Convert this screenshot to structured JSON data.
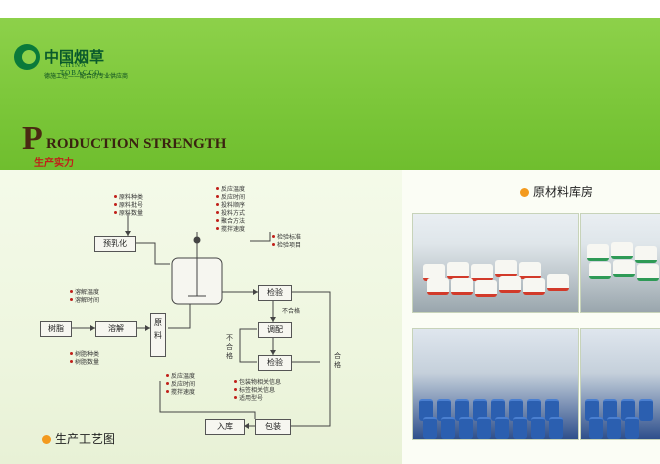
{
  "logo": {
    "cn": "中国烟草",
    "en": "CHINA TOBACCO",
    "sub": "德施工控——配合的专业供应商"
  },
  "title": {
    "initial": "P",
    "en_rest": "RODUCTION STRENGTH",
    "cn": "生产实力"
  },
  "sections": {
    "warehouse": "原材料库房",
    "process": "生产工艺图"
  },
  "flow": {
    "boxes": {
      "pre_emulsify": "预乳化",
      "resin": "树脂",
      "dissolve": "溶解",
      "raw": "原料",
      "inspect1": "检验",
      "blend": "调配",
      "inspect2": "检验",
      "storage": "入库",
      "package": "包装"
    },
    "notes": {
      "raw_top": [
        "原料种类",
        "原料批号",
        "原料数量"
      ],
      "reactor": [
        "反应温度",
        "反应时间",
        "投料顺序",
        "投料方式",
        "聚合方法",
        "搅拌速度"
      ],
      "inspect_std": [
        "检验标准",
        "检验项目"
      ],
      "dissolve": [
        "溶解温度",
        "溶解时间"
      ],
      "resin": [
        "树脂种类",
        "树脂数量"
      ],
      "react2": [
        "反应温度",
        "反应时间",
        "搅拌速度"
      ],
      "package": [
        "包装物相关信息",
        "标签相关信息",
        "适用型号"
      ]
    },
    "labels": {
      "unqualified_1": "不合格",
      "unqualified_2": "不合格",
      "qualified": "合格"
    }
  }
}
